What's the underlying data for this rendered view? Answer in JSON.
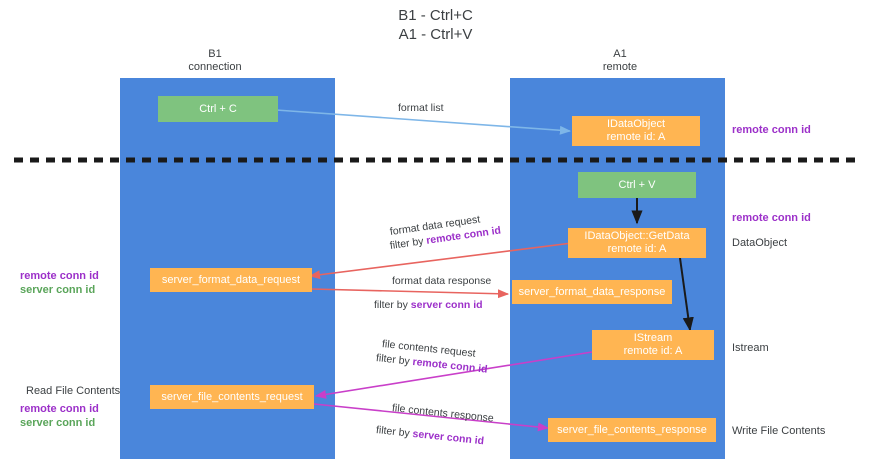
{
  "title": "B1 - Ctrl+C\nA1 - Ctrl+V",
  "lanes": [
    {
      "id": "b1",
      "header": "B1\nconnection"
    },
    {
      "id": "a1",
      "header": "A1\nremote"
    }
  ],
  "nodes": {
    "ctrl_c": "Ctrl + C",
    "idataobject": "IDataObject\nremote id: A",
    "ctrl_v": "Ctrl + V",
    "getdata": "IDataObject::GetData\nremote id: A",
    "server_format_data_request": "server_format_data_request",
    "server_format_data_response": "server_format_data_response",
    "istream": "IStream\nremote id: A",
    "server_file_contents_request": "server_file_contents_request",
    "server_file_contents_response": "server_file_contents_response"
  },
  "edges": {
    "format_list": "format list",
    "format_data_request": "format data request",
    "format_data_filter_prefix": "filter by ",
    "format_data_filter_key": "remote conn id",
    "format_data_response": "format data response",
    "format_response_filter_prefix": "filter by ",
    "format_response_filter_key": "server conn id",
    "file_contents_request": "file contents request",
    "file_request_filter_prefix": "filter by ",
    "file_request_filter_key": "remote conn id",
    "file_contents_response": "file contents response",
    "file_response_filter_prefix": "filter by ",
    "file_response_filter_key": "server conn id"
  },
  "annotations": {
    "right_remote_top": "remote conn id",
    "right_remote_mid": "remote conn id",
    "dataobject": "DataObject",
    "istream": "Istream",
    "write_file_contents": "Write File Contents",
    "left_remote_conn": "remote conn id",
    "left_server_conn": "server conn id",
    "read_file_contents": "Read File Contents",
    "left_remote_conn2": "remote conn id",
    "left_server_conn2": "server conn id"
  },
  "colors": {
    "lane": "#4a86db",
    "green_node": "#7fc37f",
    "orange_node": "#ffb552",
    "blue_arrow": "#7eb6e8",
    "red_arrow": "#e8645f",
    "magenta_arrow": "#c93fc9",
    "black_arrow": "#1a1a1a",
    "purple_text": "#9c30c9",
    "green_text": "#5aa55a",
    "divider": "#1a1a1a"
  }
}
